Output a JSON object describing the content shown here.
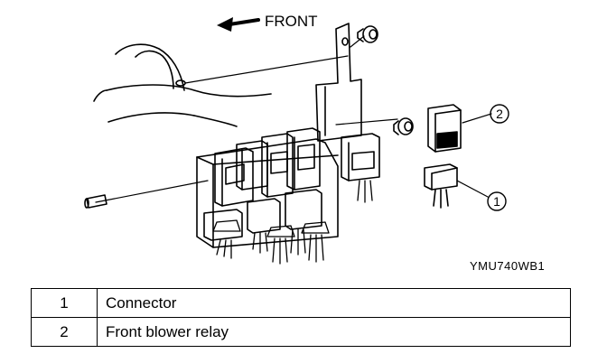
{
  "illustration": {
    "direction_label": "FRONT",
    "callouts": [
      "2",
      "1"
    ]
  },
  "figure_code": "YMU740WB1",
  "legend": [
    {
      "number": "1",
      "text": "Connector"
    },
    {
      "number": "2",
      "text": "Front blower relay"
    }
  ]
}
